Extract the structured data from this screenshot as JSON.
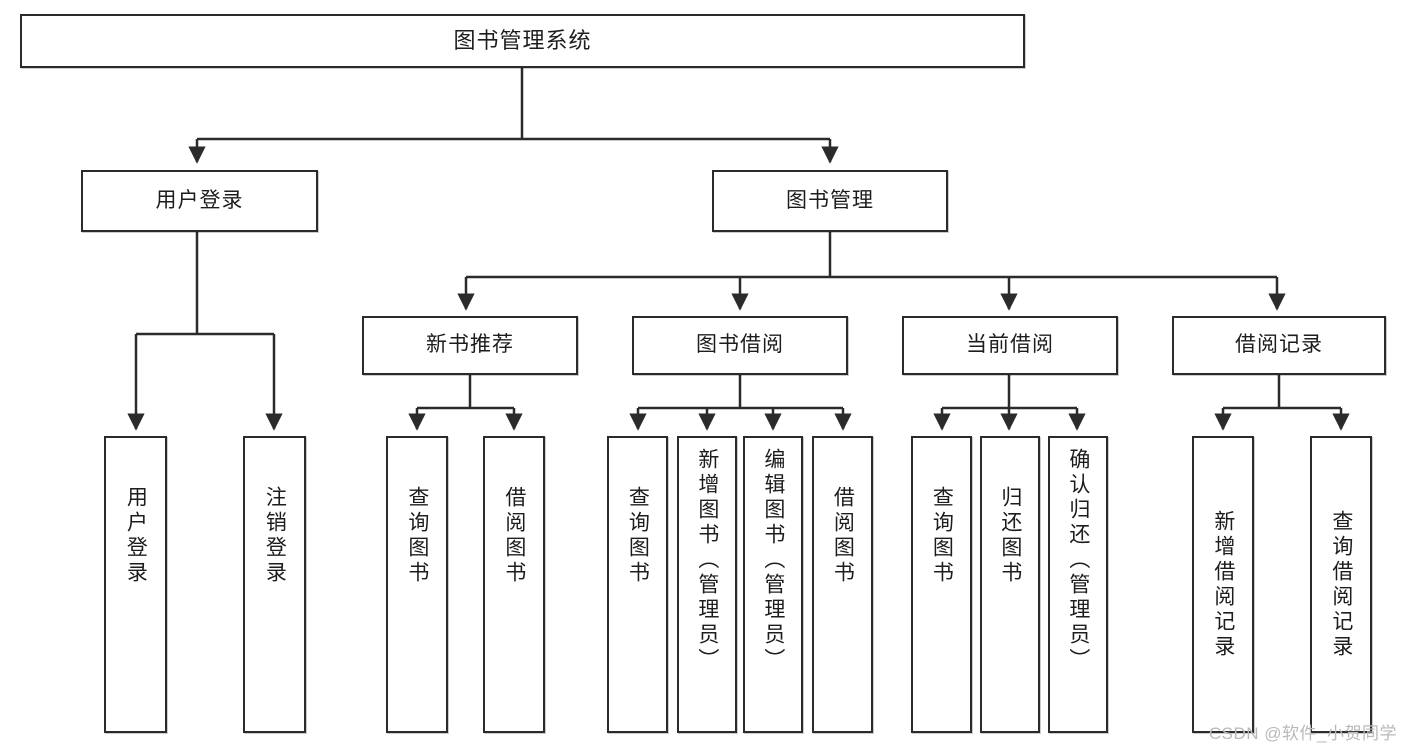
{
  "diagram": {
    "title": "图书管理系统",
    "type": "tree-hierarchy-chart",
    "root": {
      "label": "图书管理系统"
    },
    "level2": [
      {
        "label": "用户登录"
      },
      {
        "label": "图书管理"
      }
    ],
    "level3": [
      {
        "label": "新书推荐"
      },
      {
        "label": "图书借阅"
      },
      {
        "label": "当前借阅"
      },
      {
        "label": "借阅记录"
      }
    ],
    "leaves": {
      "user_login": [
        {
          "label": "用户登录"
        },
        {
          "label": "注销登录"
        }
      ],
      "new_book_recommend": [
        {
          "label": "查询图书"
        },
        {
          "label": "借阅图书"
        }
      ],
      "book_borrow": [
        {
          "label": "查询图书"
        },
        {
          "label": "新增图书（管理员）"
        },
        {
          "label": "编辑图书（管理员）"
        },
        {
          "label": "借阅图书"
        }
      ],
      "current_borrow": [
        {
          "label": "查询图书"
        },
        {
          "label": "归还图书"
        },
        {
          "label": "确认归还（管理员）"
        }
      ],
      "borrow_record": [
        {
          "label": "新增借阅记录"
        },
        {
          "label": "查询借阅记录"
        }
      ]
    }
  },
  "watermark": {
    "text": "CSDN @软件_小贺同学"
  },
  "colors": {
    "border": "#2b2b2b",
    "background": "#ffffff",
    "text": "#1d1d1d",
    "watermark": "#b9b9b9"
  }
}
